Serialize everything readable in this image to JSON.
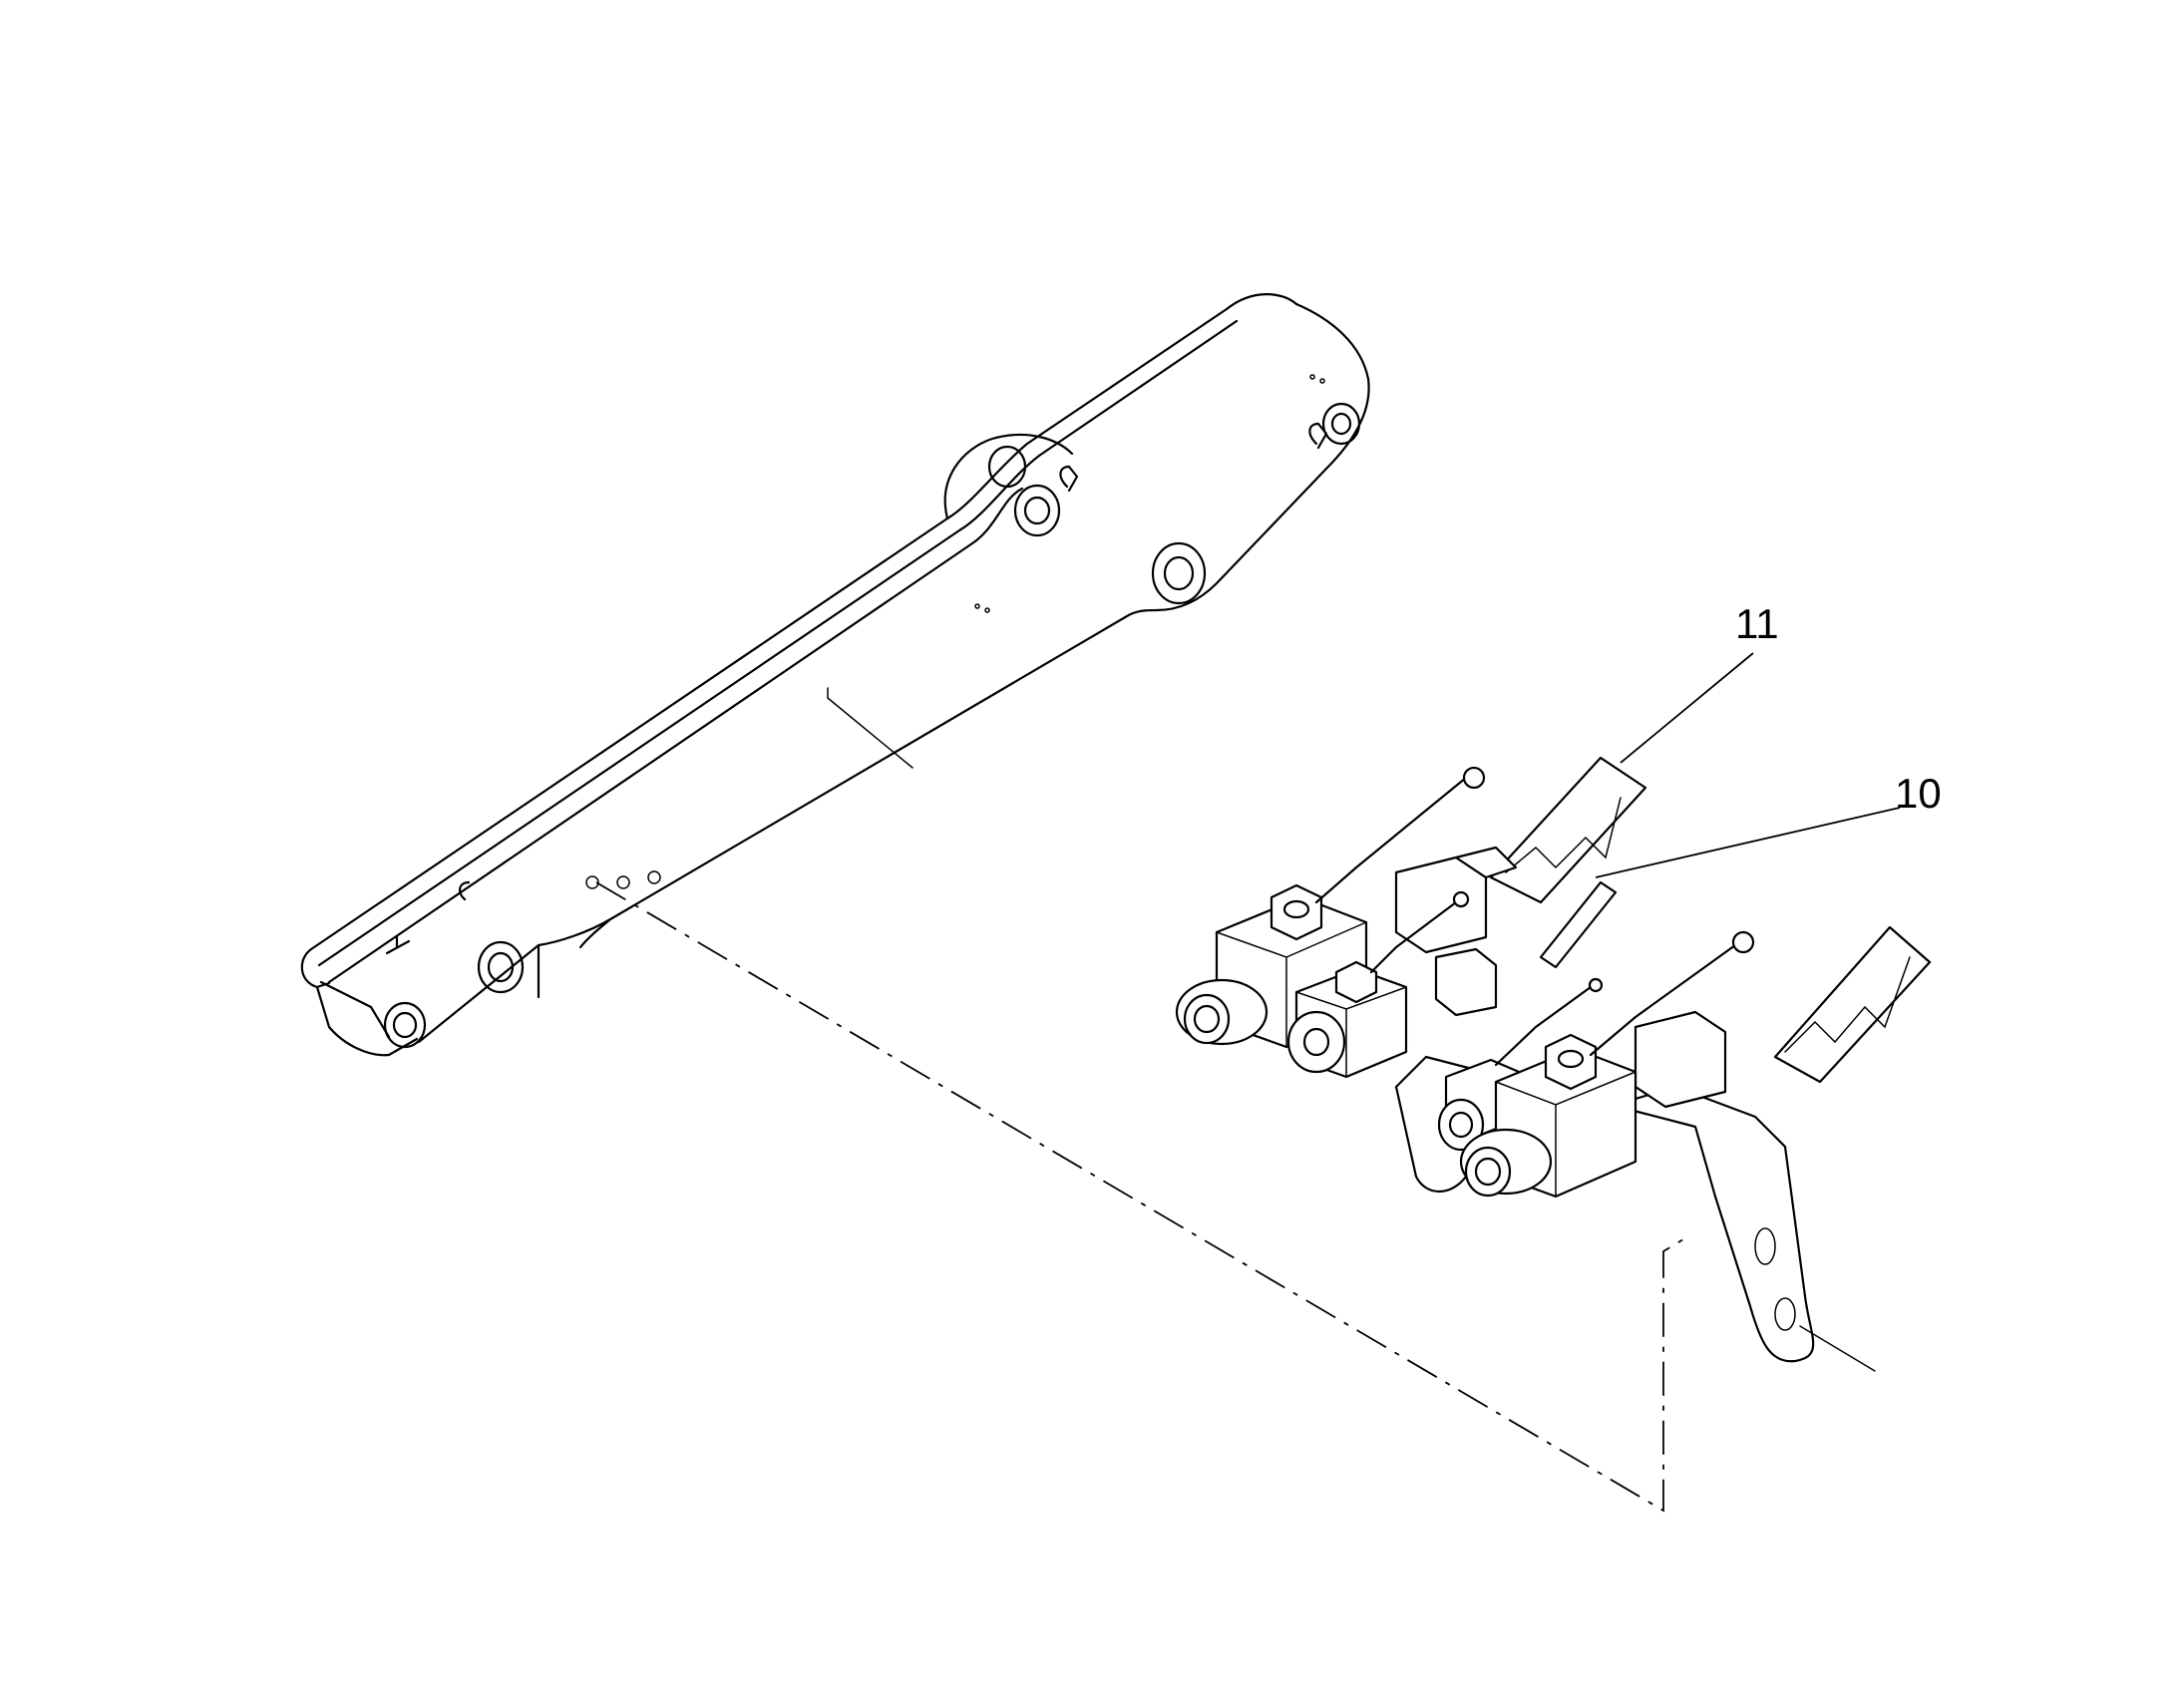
{
  "callouts": [
    {
      "id": "callout-11",
      "text": "11"
    },
    {
      "id": "callout-10",
      "text": "10"
    }
  ],
  "colors": {
    "line": "#000000",
    "background": "#ffffff"
  }
}
